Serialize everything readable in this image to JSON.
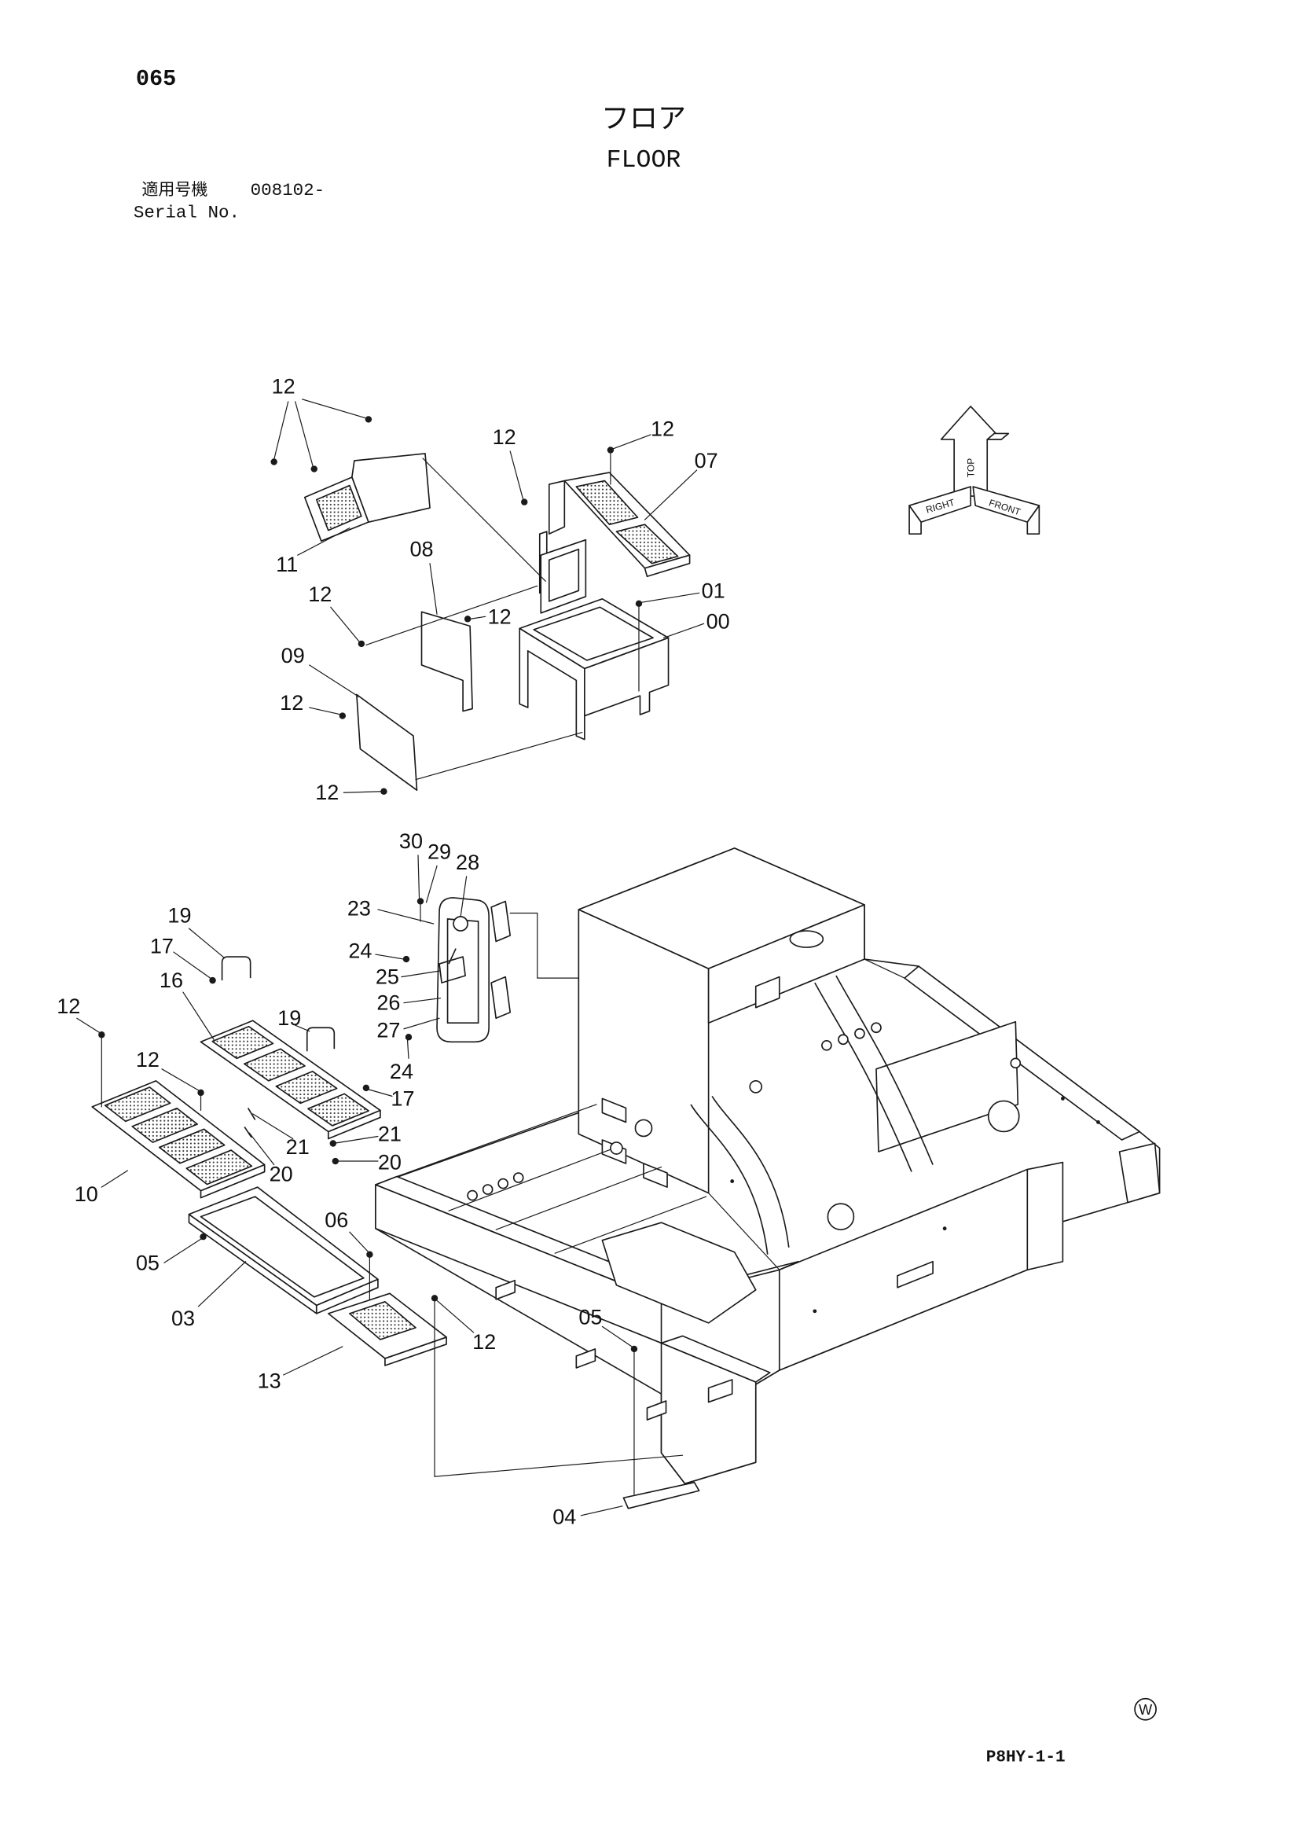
{
  "page": {
    "page_number": "065",
    "title_jp": "フロア",
    "title_en": "FLOOR",
    "applicable_label_jp": "適用号機",
    "serial_number": "008102-",
    "serial_label_en": "Serial No.",
    "figure_code": "P8HY-1-1",
    "circled_mark": "W"
  },
  "direction_indicator": {
    "top": "TOP",
    "right": "RIGHT",
    "front": "FRONT"
  },
  "callouts": [
    "12",
    "12",
    "12",
    "07",
    "11",
    "08",
    "12",
    "01",
    "12",
    "00",
    "09",
    "12",
    "12",
    "30",
    "29",
    "28",
    "23",
    "19",
    "17",
    "24",
    "16",
    "25",
    "12",
    "26",
    "19",
    "27",
    "12",
    "24",
    "17",
    "21",
    "21",
    "20",
    "20",
    "10",
    "06",
    "05",
    "03",
    "12",
    "05",
    "13",
    "04"
  ]
}
